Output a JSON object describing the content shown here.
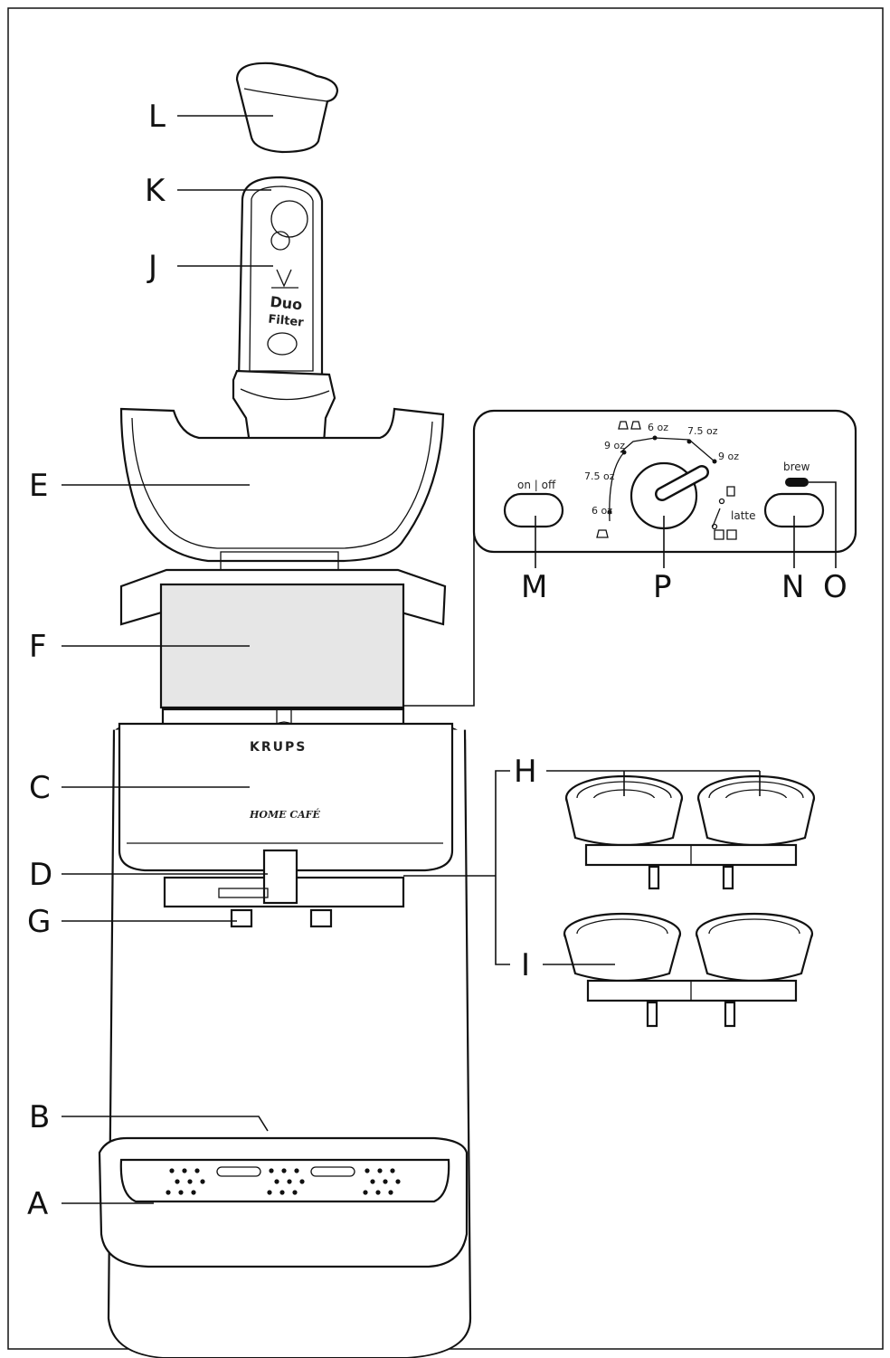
{
  "labels": {
    "A": "A",
    "B": "B",
    "C": "C",
    "D": "D",
    "E": "E",
    "F": "F",
    "G": "G",
    "H": "H",
    "I": "I",
    "J": "J",
    "K": "K",
    "L": "L",
    "M": "M",
    "N": "N",
    "O": "O",
    "P": "P"
  },
  "control_panel": {
    "power": "on | off",
    "brew": "brew",
    "latte": "latte",
    "sizes_left": [
      "6 oz",
      "7.5 oz",
      "9 oz"
    ],
    "sizes_top": [
      "6 oz",
      "7.5 oz",
      "9 oz"
    ]
  },
  "machine": {
    "brand": "KRUPS",
    "model": "HOME CAFÉ"
  },
  "filter": {
    "line1": "Duo",
    "line2": "Filter"
  }
}
